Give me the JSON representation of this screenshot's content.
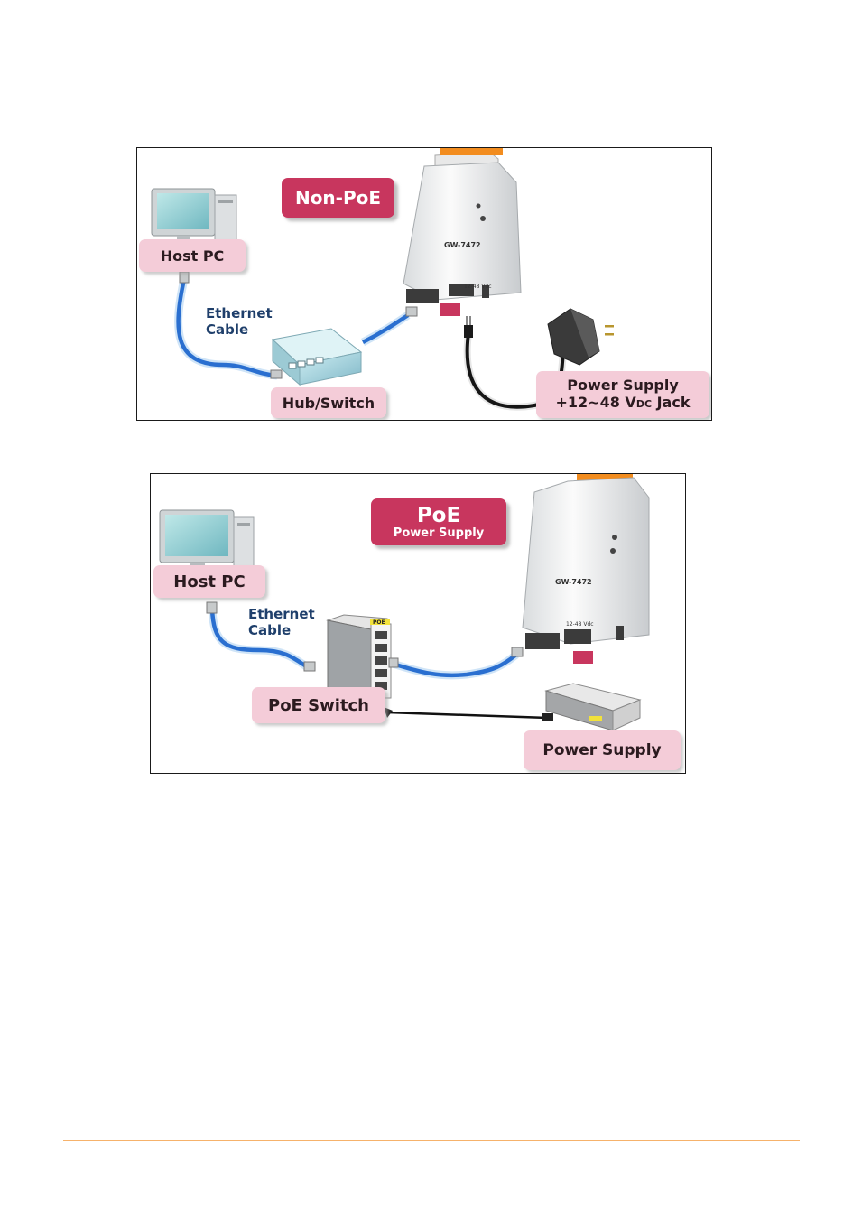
{
  "diagram1": {
    "badge": "Non-PoE",
    "host_pc": "Host PC",
    "cable_line1": "Ethernet",
    "cable_line2": "Cable",
    "hub_switch": "Hub/Switch",
    "power_line1": "Power Supply",
    "power_line2_a": "+12~48 V",
    "power_line2_sub": "DC",
    "power_line2_b": " Jack",
    "device_model": "GW-7472",
    "device_voltage": "12-48 Vdc"
  },
  "diagram2": {
    "badge_title": "PoE",
    "badge_subtitle": "Power Supply",
    "host_pc": "Host PC",
    "cable_line1": "Ethernet",
    "cable_line2": "Cable",
    "poe_switch": "PoE Switch",
    "switch_tag": "POE",
    "power_supply": "Power Supply",
    "device_model": "GW-7472",
    "device_voltage": "12-48 Vdc"
  },
  "colors": {
    "badge": "#c8365e",
    "label_bg": "#f4ccd8",
    "cable": "#2a6fd0",
    "footer_rule": "#f6b26b"
  }
}
